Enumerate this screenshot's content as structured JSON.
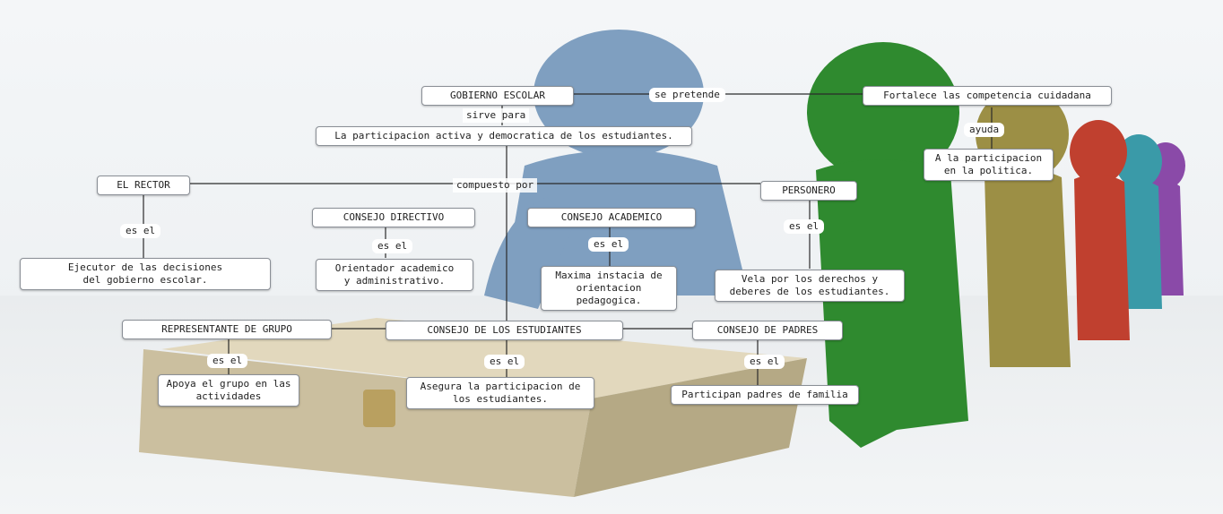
{
  "concept_map": {
    "nodes": {
      "gobierno": "GOBIERNO ESCOLAR",
      "participacion": "La participacion activa y democratica de los estudiantes.",
      "fortalece": "Fortalece las competencia cuidadana",
      "politica": "A la participacion\nen la politica.",
      "rector": "EL RECTOR",
      "personero": "PERSONERO",
      "consejo_directivo": "CONSEJO DIRECTIVO",
      "consejo_academico": "CONSEJO ACADEMICO",
      "ejecutor": "Ejecutor de las decisiones\ndel gobierno escolar.",
      "orientador": "Orientador academico\ny administrativo.",
      "maxima": "Maxima instacia de\norientacion\npedagogica.",
      "vela": "Vela por los derechos y\ndeberes de los estudiantes.",
      "representante": "REPRESENTANTE DE GRUPO",
      "consejo_estudiantes": "CONSEJO DE LOS ESTUDIANTES",
      "consejo_padres": "CONSEJO DE PADRES",
      "apoya": "Apoya el grupo en las\nactividades",
      "asegura": "Asegura la participacion de\nlos estudiantes.",
      "participan": "Participan padres de familia"
    },
    "links": {
      "se_pretende": "se pretende",
      "sirve_para": "sirve para",
      "ayuda": "ayuda",
      "compuesto_por": "compuesto por",
      "es_el": "es el"
    }
  },
  "colors": {
    "figure_blue": "#7f9fc0",
    "figure_green": "#2f8a2f",
    "figure_olive": "#9c8f45",
    "figure_red": "#c0402f",
    "figure_teal": "#3a9aa8",
    "figure_purple": "#8a4aa8",
    "ballot_box": "#cbbf9f",
    "connector": "#2b2b2b"
  }
}
